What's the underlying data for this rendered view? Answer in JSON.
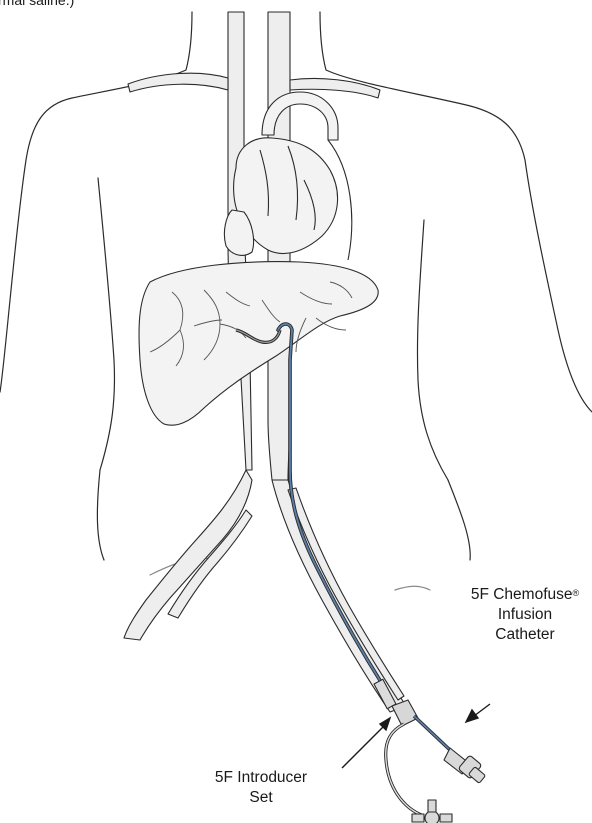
{
  "top_text": "rmal saline.)",
  "labels": {
    "chemofuse": {
      "line1": "5F Chemofuse",
      "registered": "®",
      "line2": "Infusion",
      "line3": "Catheter"
    },
    "introducer": {
      "line1": "5F Introducer",
      "line2": "Set"
    }
  },
  "colors": {
    "outline": "#2b2b2b",
    "vessel_fill": "#eeeeee",
    "organ_fill": "#f3f3f3",
    "catheter": "#5b7fa6",
    "text": "#1a1a1a"
  },
  "icons": [
    "arrow-chemofuse-icon",
    "arrow-introducer-icon",
    "stopcock-icon",
    "luer-hub-icon"
  ]
}
